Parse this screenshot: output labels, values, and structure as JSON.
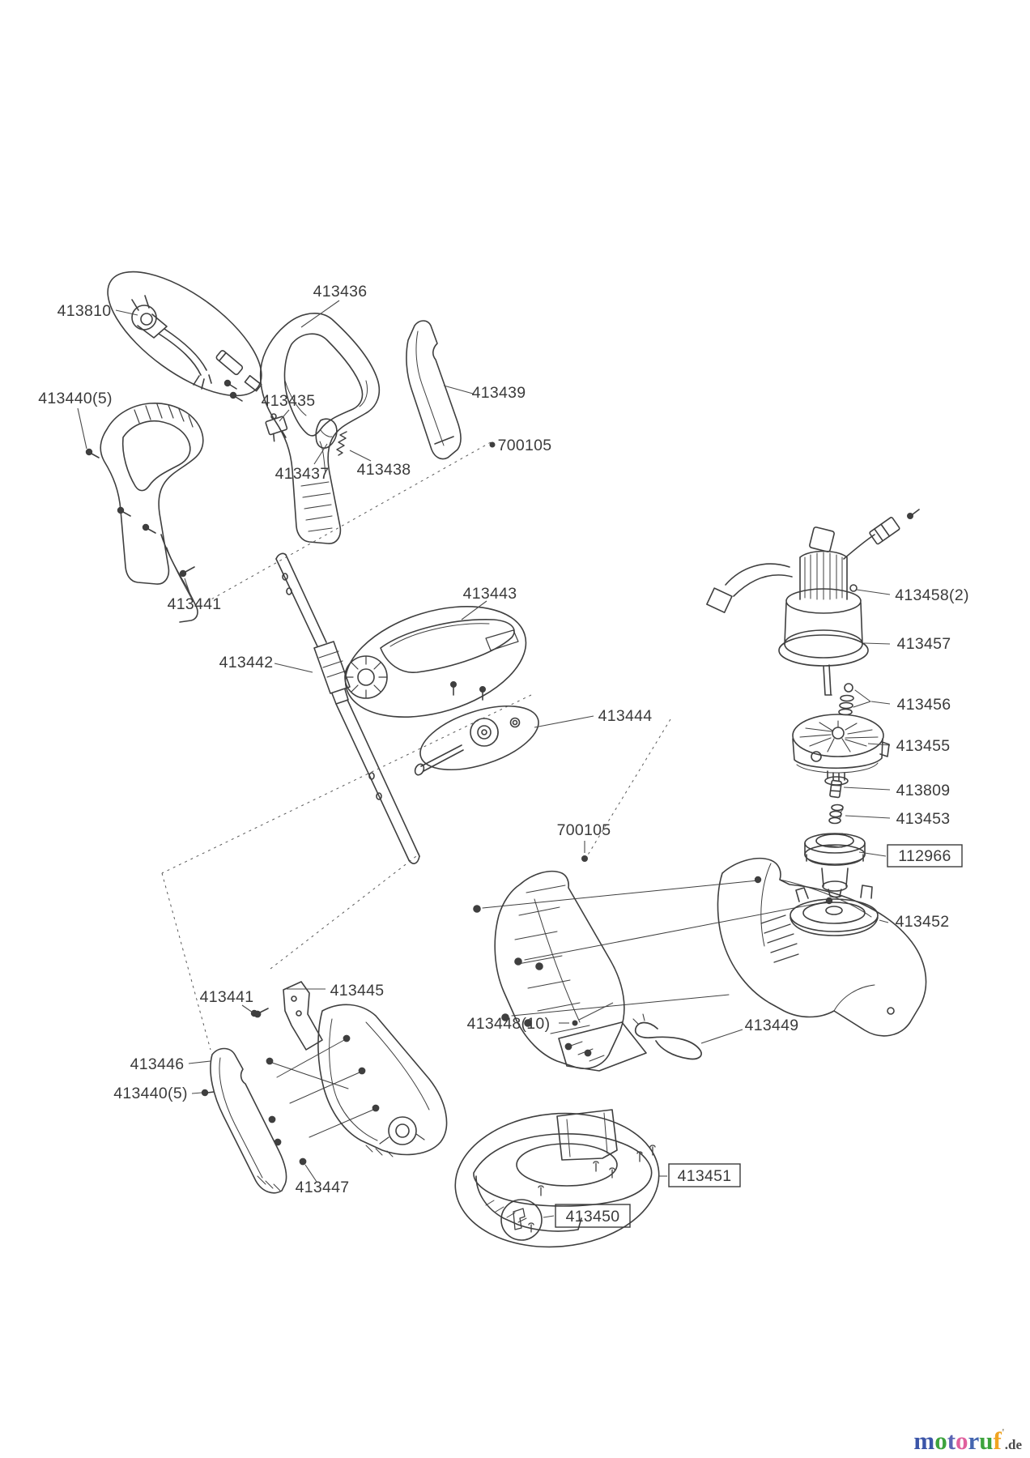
{
  "diagram": {
    "type": "exploded-parts-diagram",
    "product": "electric grass trimmer",
    "line_color": "#3f3f3f",
    "background": "#ffffff",
    "labels": [
      {
        "text": "413810",
        "boxed": false
      },
      {
        "text": "413436",
        "boxed": false
      },
      {
        "text": "413439",
        "boxed": false
      },
      {
        "text": "700105",
        "boxed": false
      },
      {
        "text": "413440(5)",
        "boxed": false
      },
      {
        "text": "413435",
        "boxed": false
      },
      {
        "text": "413437",
        "boxed": false
      },
      {
        "text": "413438",
        "boxed": false
      },
      {
        "text": "413441",
        "boxed": false
      },
      {
        "text": "413442",
        "boxed": false
      },
      {
        "text": "413443",
        "boxed": false
      },
      {
        "text": "413444",
        "boxed": false
      },
      {
        "text": "413458(2)",
        "boxed": false
      },
      {
        "text": "413457",
        "boxed": false
      },
      {
        "text": "413456",
        "boxed": false
      },
      {
        "text": "413455",
        "boxed": false
      },
      {
        "text": "413809",
        "boxed": false
      },
      {
        "text": "413453",
        "boxed": false
      },
      {
        "text": "112966",
        "boxed": true
      },
      {
        "text": "413452",
        "boxed": false
      },
      {
        "text": "700105",
        "boxed": false
      },
      {
        "text": "413441",
        "boxed": false
      },
      {
        "text": "413445",
        "boxed": false
      },
      {
        "text": "413446",
        "boxed": false
      },
      {
        "text": "413440(5)",
        "boxed": false
      },
      {
        "text": "413448(10)",
        "boxed": false
      },
      {
        "text": "413449",
        "boxed": false
      },
      {
        "text": "413447",
        "boxed": false
      },
      {
        "text": "413451",
        "boxed": true
      },
      {
        "text": "413450",
        "boxed": true
      }
    ]
  },
  "watermark": {
    "letters": [
      {
        "ch": "m",
        "color": "#3b55a8"
      },
      {
        "ch": "o",
        "color": "#3da33d"
      },
      {
        "ch": "t",
        "color": "#5a64b4"
      },
      {
        "ch": "o",
        "color": "#e0609e"
      },
      {
        "ch": "r",
        "color": "#4466b0"
      },
      {
        "ch": "u",
        "color": "#3da33d"
      },
      {
        "ch": "f",
        "color": "#f0a421"
      }
    ],
    "tick": "'",
    "suffix": ".de"
  }
}
